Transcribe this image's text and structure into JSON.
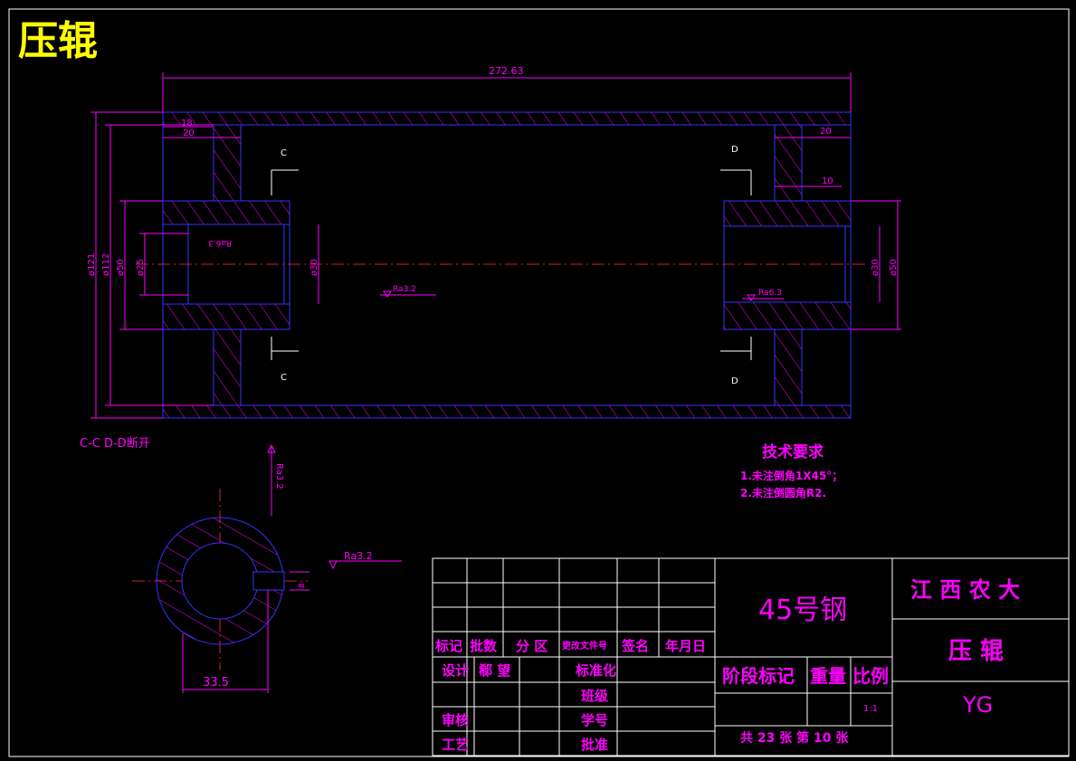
{
  "title": "压辊",
  "dimensions": {
    "overall_length": "272.63",
    "d121": "ø121",
    "d112": "ø112",
    "d50_left": "ø50",
    "d25": "ø25",
    "d30_left": "ø30",
    "d30_right": "ø30",
    "d50_right": "ø50",
    "w18": "18",
    "w20_left": "20",
    "w20_right": "20",
    "w10": "10",
    "ra32": "Ra3.2",
    "ra63_left": "Ra6.3",
    "ra63_right": "Ra6.3",
    "keyway_width": "33.5",
    "keyway_depth": "8",
    "section_ra_top": "Ra3.2",
    "section_ra_right": "Ra3.2"
  },
  "section_marks": {
    "c": "C",
    "d": "D"
  },
  "section_title": "C-C  D-D断开",
  "tech_requirements": {
    "heading": "技术要求",
    "items": [
      "1.未注倒角1X45°；",
      "2.未注倒圆角R2."
    ]
  },
  "title_block": {
    "material": "45号钢",
    "school": "江 西 农 大",
    "part_name": "压 辊",
    "code": "YG",
    "headers": [
      "标记",
      "批数",
      "分 区",
      "更改文件号",
      "签名",
      "年月日"
    ],
    "rows": [
      {
        "label": "设计",
        "value": "郗 望",
        "label2": "标准化"
      },
      {
        "label": "",
        "value": "",
        "label2": "班级"
      },
      {
        "label": "审核",
        "value": "",
        "label2": "学号"
      },
      {
        "label": "工艺",
        "value": "",
        "label2": "批准"
      }
    ],
    "stage_label": "阶段标记",
    "weight_label": "重量",
    "scale_label": "比例",
    "scale_value": "1:1",
    "sheets": "共 23 张 第 10 张"
  },
  "colors": {
    "outline": "#3333ff",
    "dim": "#ff00ff",
    "title": "#ffff00",
    "center": "#ff3333",
    "frame": "#ffffff"
  }
}
